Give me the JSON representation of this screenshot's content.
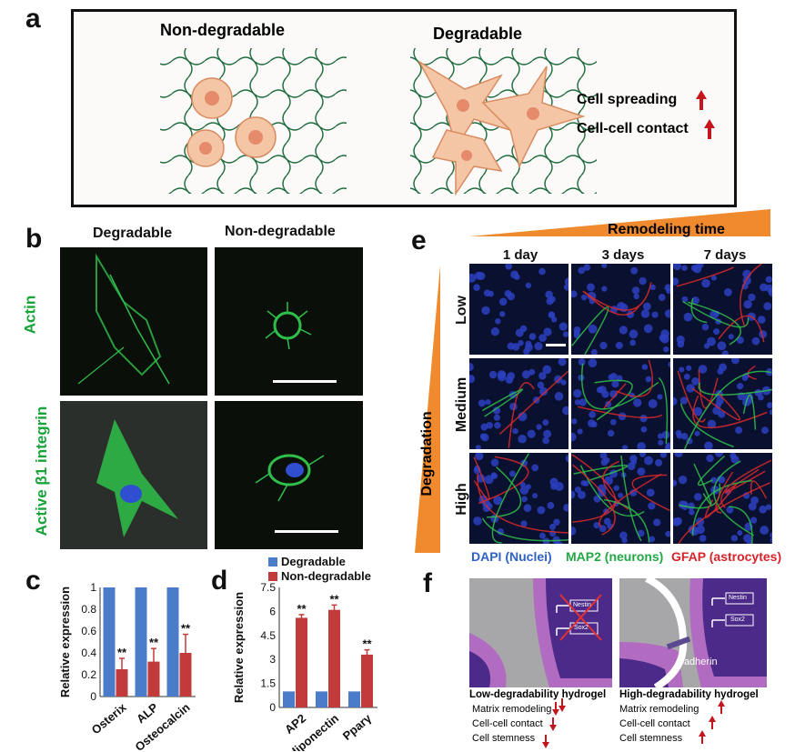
{
  "panels": {
    "a": {
      "letter": "a",
      "left_title": "Non-degradable",
      "right_title": "Degradable",
      "notes": [
        "Cell spreading",
        "Cell-cell contact"
      ]
    },
    "b": {
      "letter": "b",
      "col_labels": [
        "Degradable",
        "Non-degradable"
      ],
      "row_labels": [
        "Actin",
        "Active β1 integrin"
      ]
    },
    "c": {
      "letter": "c"
    },
    "d": {
      "letter": "d"
    },
    "e": {
      "letter": "e",
      "gradient_label": "Remodeling time",
      "col_labels": [
        "1 day",
        "3 days",
        "7 days"
      ],
      "row_labels": [
        "Low",
        "Medium",
        "High"
      ],
      "axis_label": "Degradation",
      "stain_legend": [
        {
          "text": "DAPI (Nuclei)",
          "color": "#2f62c8"
        },
        {
          "text": "MAP2 (neurons)",
          "color": "#22a845"
        },
        {
          "text": "GFAP (astrocytes)",
          "color": "#d8232a"
        }
      ]
    },
    "f": {
      "letter": "f",
      "genes": [
        "Nestin",
        "Sox2"
      ],
      "cadherin": "Cadherin",
      "left": {
        "title": "Low-degradability hydrogel",
        "lines": [
          "Matrix remodeling",
          "Cell-cell contact",
          "Cell stemness"
        ]
      },
      "right": {
        "title": "High-degradability hydrogel",
        "lines": [
          "Matrix remodeling",
          "Cell-cell contact",
          "Cell stemness"
        ]
      }
    }
  },
  "colors": {
    "degradable": "#4a7cc9",
    "nondegradable": "#c23b3b",
    "arrow": "#c4161c",
    "gradient": "#ef8a2f",
    "purple_dark": "#4b2a8a",
    "purple_light": "#b16bc0"
  },
  "chart_data": [
    {
      "type": "bar",
      "panel": "c",
      "categories": [
        "Osterix",
        "ALP",
        "Osteocalcin"
      ],
      "series": [
        {
          "name": "Degradable",
          "values": [
            1,
            1,
            1
          ]
        },
        {
          "name": "Non-degradable",
          "values": [
            0.25,
            0.32,
            0.4
          ],
          "errors": [
            0.1,
            0.12,
            0.17
          ]
        }
      ],
      "significance": [
        "**",
        "**",
        "**"
      ],
      "ylabel": "Relative expression",
      "ylim": [
        0,
        1
      ],
      "yticks": [
        "0",
        "0.2",
        "0.4",
        "0.6",
        "0.8",
        "1"
      ]
    },
    {
      "type": "bar",
      "panel": "d",
      "categories": [
        "AP2",
        "Adiponectin",
        "Pparγ"
      ],
      "series": [
        {
          "name": "Degradable",
          "values": [
            1,
            1,
            1
          ]
        },
        {
          "name": "Non-degradable",
          "values": [
            5.6,
            6.1,
            3.3
          ],
          "errors": [
            0.2,
            0.3,
            0.3
          ]
        }
      ],
      "significance": [
        "**",
        "**",
        "**"
      ],
      "ylabel": "Relative expression",
      "ylim": [
        0,
        7.5
      ],
      "yticks": [
        "0",
        "1.5",
        "3",
        "4.5",
        "6",
        "7.5"
      ],
      "legend": [
        "Degradable",
        "Non-degradable"
      ],
      "legend_position": "top"
    }
  ]
}
